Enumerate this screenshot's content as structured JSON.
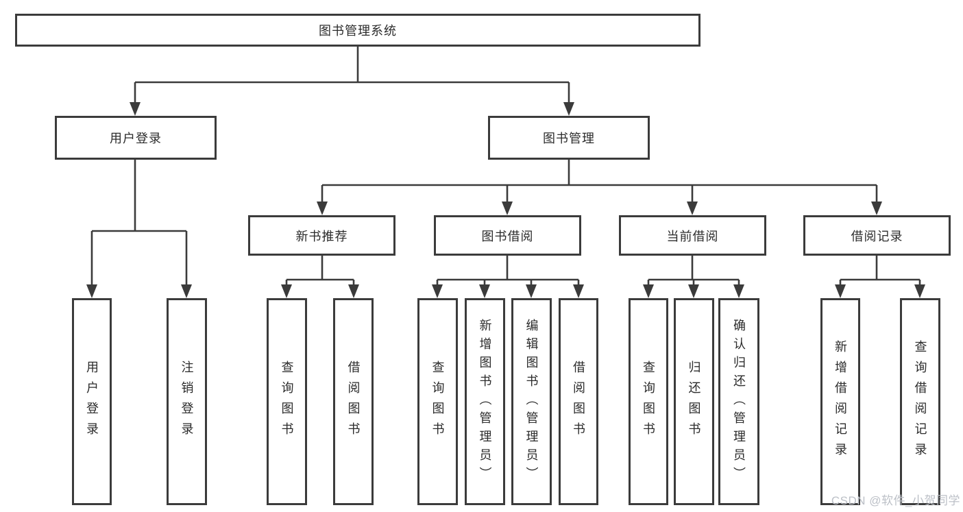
{
  "tree": {
    "root": {
      "label": "图书管理系统"
    },
    "branches": [
      {
        "label": "用户登录",
        "children": [
          {
            "label": "用户登录"
          },
          {
            "label": "注销登录"
          }
        ]
      },
      {
        "label": "图书管理",
        "groups": [
          {
            "label": "新书推荐",
            "children": [
              {
                "label": "查询图书"
              },
              {
                "label": "借阅图书"
              }
            ]
          },
          {
            "label": "图书借阅",
            "children": [
              {
                "label": "查询图书"
              },
              {
                "label": "新增图书（管理员）"
              },
              {
                "label": "编辑图书（管理员）"
              },
              {
                "label": "借阅图书"
              }
            ]
          },
          {
            "label": "当前借阅",
            "children": [
              {
                "label": "查询图书"
              },
              {
                "label": "归还图书"
              },
              {
                "label": "确认归还（管理员）"
              }
            ]
          },
          {
            "label": "借阅记录",
            "children": [
              {
                "label": "新增借阅记录"
              },
              {
                "label": "查询借阅记录"
              }
            ]
          }
        ]
      }
    ]
  },
  "watermark": {
    "text": "CSDN @软件_小贺同学"
  },
  "colors": {
    "line": "#3b3b3b",
    "box_border": "#3b3b3b",
    "text": "#2b2b2b",
    "watermark": "#bcc0c7",
    "background": "#ffffff"
  }
}
